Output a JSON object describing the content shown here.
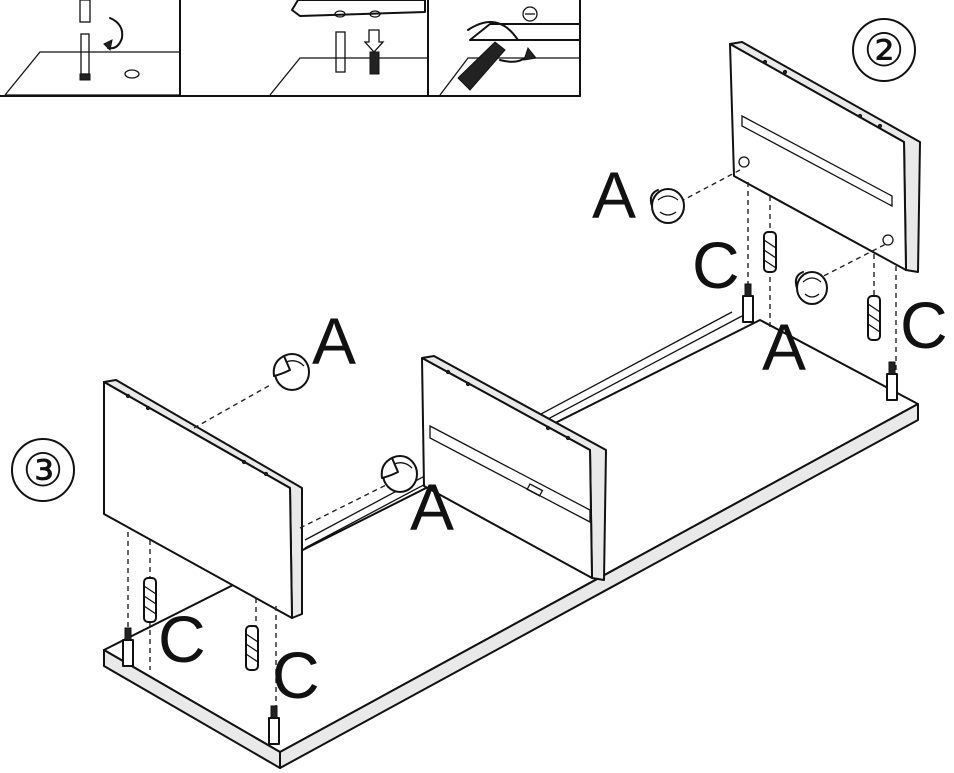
{
  "steps": [
    "②",
    "③"
  ],
  "labels": {
    "cam_lock": "A",
    "dowel": "C"
  }
}
